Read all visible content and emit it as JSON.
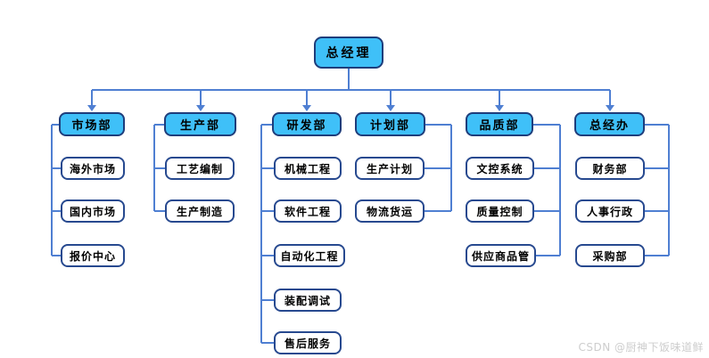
{
  "chart": {
    "root": {
      "label": "总经理"
    },
    "departments": [
      {
        "label": "市场部",
        "children": [
          "海外市场",
          "国内市场",
          "报价中心"
        ]
      },
      {
        "label": "生产部",
        "children": [
          "工艺编制",
          "生产制造"
        ]
      },
      {
        "label": "研发部",
        "children": [
          "机械工程",
          "软件工程",
          "自动化工程",
          "装配调试",
          "售后服务"
        ]
      },
      {
        "label": "计划部",
        "children": [
          "生产计划",
          "物流货运"
        ]
      },
      {
        "label": "品质部",
        "children": [
          "文控系统",
          "质量控制",
          "供应商品管"
        ]
      },
      {
        "label": "总经办",
        "children": [
          "财务部",
          "人事行政",
          "采购部"
        ]
      }
    ]
  },
  "watermark": "CSDN @厨神下饭味道鲜",
  "colors": {
    "node_fill": "#3fc0f8",
    "node_border": "#1e3d7b",
    "child_border": "#27498f",
    "line": "#4f7fd2",
    "watermark": "#cdcdcd"
  }
}
